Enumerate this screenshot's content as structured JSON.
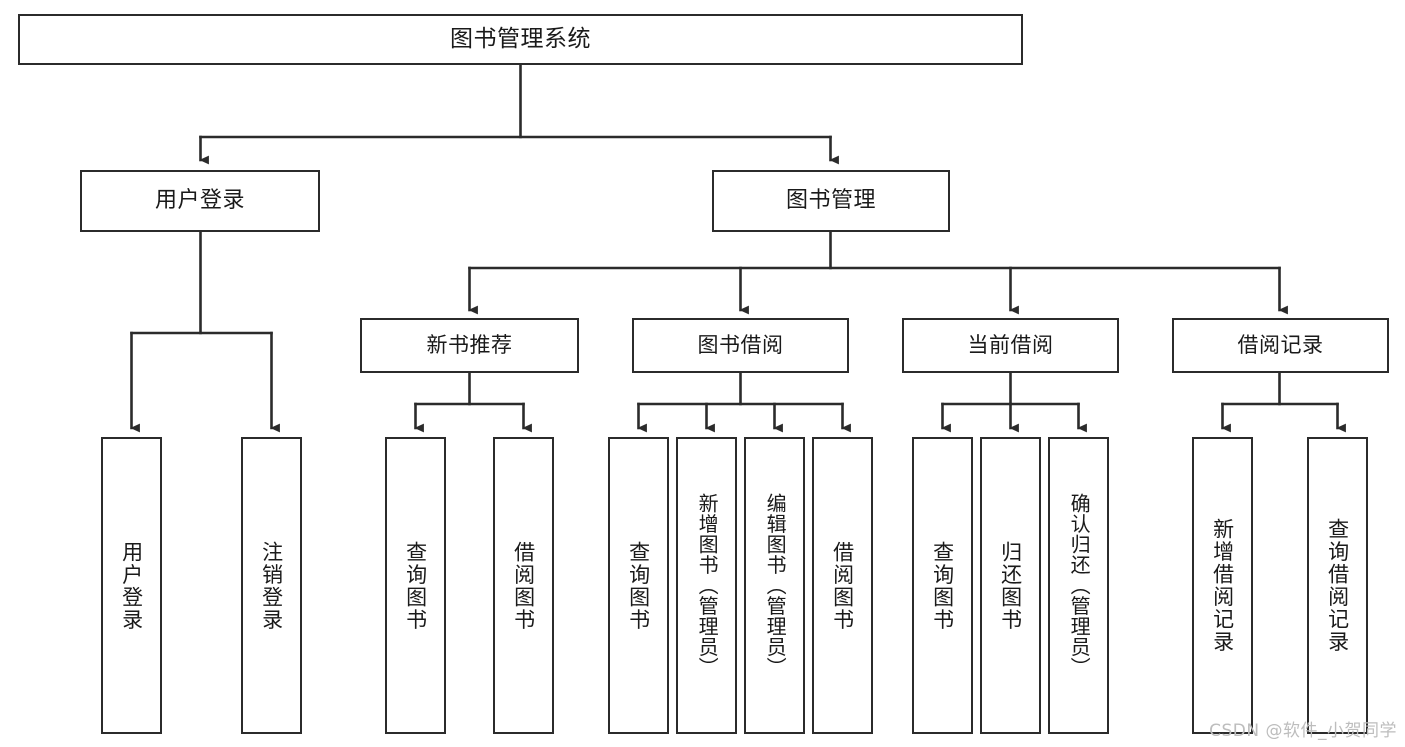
{
  "diagram": {
    "title": "图书管理系统",
    "type": "tree-hierarchy",
    "watermark": "CSDN @软件_小贺同学",
    "colors": {
      "background": "#ffffff",
      "border": "#2b2b2b",
      "text": "#1a1a1a",
      "connector": "#2b2b2b",
      "watermark": "#bdbdbd"
    },
    "root": {
      "label": "图书管理系统"
    },
    "level2": [
      {
        "label": "用户登录"
      },
      {
        "label": "图书管理"
      }
    ],
    "level3": [
      {
        "label": "新书推荐"
      },
      {
        "label": "图书借阅"
      },
      {
        "label": "当前借阅"
      },
      {
        "label": "借阅记录"
      }
    ],
    "leaves": {
      "user_login": [
        {
          "label": "用户登录"
        },
        {
          "label": "注销登录"
        }
      ],
      "new_book_recommend": [
        {
          "label": "查询图书"
        },
        {
          "label": "借阅图书"
        }
      ],
      "book_borrow": [
        {
          "label": "查询图书"
        },
        {
          "label": "新增图书（管理员）"
        },
        {
          "label": "编辑图书（管理员）"
        },
        {
          "label": "借阅图书"
        }
      ],
      "current_borrow": [
        {
          "label": "查询图书"
        },
        {
          "label": "归还图书"
        },
        {
          "label": "确认归还（管理员）"
        }
      ],
      "borrow_record": [
        {
          "label": "新增借阅记录"
        },
        {
          "label": "查询借阅记录"
        }
      ]
    }
  }
}
